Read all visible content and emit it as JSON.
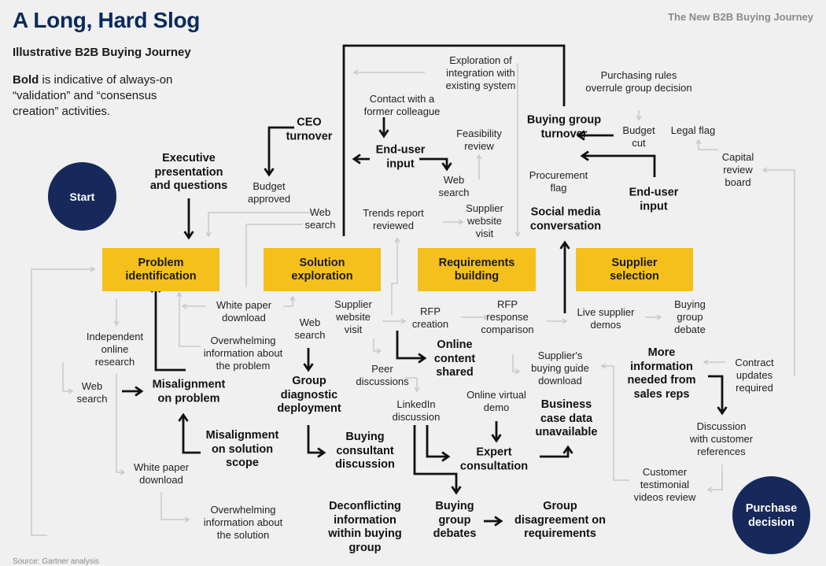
{
  "header": {
    "title": "A Long, Hard Slog",
    "brand": "The New B2B Buying Journey",
    "subtitle": "Illustrative B2B Buying Journey",
    "note_bold": "Bold",
    "note_rest": " is indicative of always-on “validation” and “consensus creation” activities.",
    "source": "Source: Gartner analysis"
  },
  "colors": {
    "box": "#f5c01b",
    "circle": "#16295a",
    "title": "#0b2a5b",
    "thin_arrow": "#c9c9c9",
    "bold_arrow": "#111111"
  },
  "circles": {
    "start": "Start",
    "end": "Purchase\ndecision"
  },
  "stages": [
    "Problem\nidentification",
    "Solution\nexploration",
    "Requirements\nbuilding",
    "Supplier\nselection"
  ],
  "labels": {
    "exec_presentation": "Executive\npresentation\nand questions",
    "ceo_turnover": "CEO\nturnover",
    "budget_approved": "Budget\napproved",
    "web_search_1": "Web\nsearch",
    "exploration_integration": "Exploration of\nintegration with\nexisting system",
    "contact_colleague": "Contact with a\nformer colleague",
    "end_user_input_1": "End-user\ninput",
    "feasibility_review": "Feasibility\nreview",
    "web_search_2": "Web\nsearch",
    "trends_report": "Trends report\nreviewed",
    "supplier_website_1": "Supplier\nwebsite\nvisit",
    "buying_group_turnover": "Buying group\nturnover",
    "procurement_flag": "Procurement\nflag",
    "social_media": "Social media\nconversation",
    "purchasing_rules": "Purchasing rules\noverrule group decision",
    "budget_cut": "Budget\ncut",
    "legal_flag": "Legal flag",
    "end_user_input_2": "End-user\ninput",
    "capital_review": "Capital\nreview\nboard",
    "white_paper_1": "White paper\ndownload",
    "overwhelming_problem": "Overwhelming\ninformation about\nthe problem",
    "independent_research": "Independent\nonline\nresearch",
    "web_search_3": "Web\nsearch",
    "misalignment_problem": "Misalignment\non problem",
    "misalignment_solution": "Misalignment\non solution\nscope",
    "white_paper_2": "White paper\ndownload",
    "overwhelming_solution": "Overwhelming\ninformation about\nthe solution",
    "web_search_4": "Web\nsearch",
    "group_diagnostic": "Group\ndiagnostic\ndeployment",
    "buying_consultant": "Buying\nconsultant\ndiscussion",
    "deconflicting": "Deconflicting\ninformation\nwithin buying\ngroup",
    "supplier_website_2": "Supplier\nwebsite\nvisit",
    "peer_discussions": "Peer\ndiscussions",
    "rfp_creation": "RFP\ncreation",
    "online_content": "Online\ncontent\nshared",
    "linkedin": "LinkedIn\ndiscussion",
    "rfp_response": "RFP\nresponse\ncomparison",
    "online_demo": "Online virtual\ndemo",
    "suppliers_guide": "Supplier's\nbuying guide\ndownload",
    "business_case": "Business\ncase data\nunavailable",
    "expert_consultation": "Expert\nconsultation",
    "buying_group_debates": "Buying\ngroup\ndebates",
    "group_disagreement": "Group\ndisagreement on\nrequirements",
    "live_demos": "Live supplier\ndemos",
    "buying_group_debate": "Buying\ngroup\ndebate",
    "more_info": "More\ninformation\nneeded from\nsales reps",
    "contract_updates": "Contract\nupdates\nrequired",
    "customer_references": "Discussion\nwith customer\nreferences",
    "testimonial_videos": "Customer\ntestimonial\nvideos review"
  }
}
